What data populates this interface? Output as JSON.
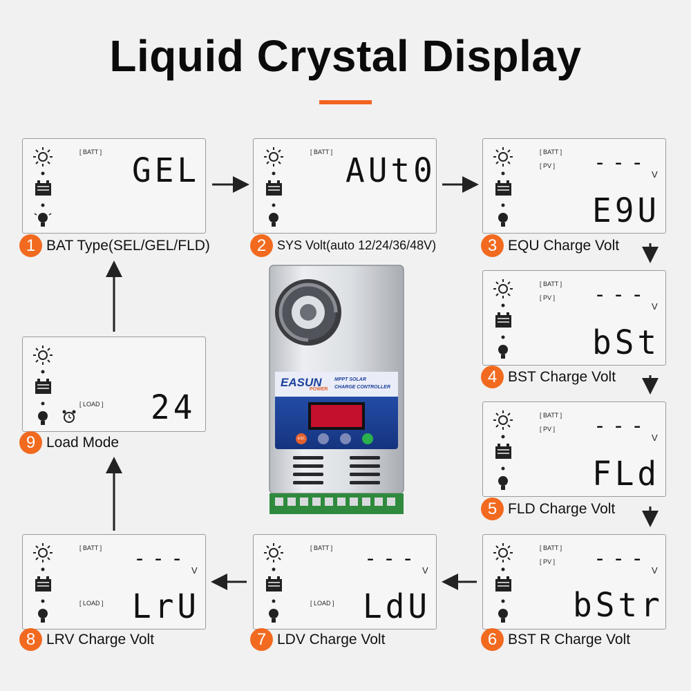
{
  "title": "Liquid Crystal Display",
  "colors": {
    "accent": "#f26a1f",
    "device_panel": "#1b3f9b",
    "screen": "#c4102d"
  },
  "labels": {
    "batt": "[ BATT ]",
    "pv": "[ PV ]",
    "load": "[ LOAD ]",
    "dashes": "---",
    "volt_unit": "V"
  },
  "icons": [
    "sun-icon",
    "battery-icon",
    "bulb-icon",
    "alarm-clock-icon",
    "fan-icon"
  ],
  "screens": [
    {
      "id": 1,
      "reading": "GEL",
      "caption": "BAT Type(SEL/GEL/FLD)"
    },
    {
      "id": 2,
      "reading": "AUt0",
      "caption": "SYS Volt(auto 12/24/36/48V)"
    },
    {
      "id": 3,
      "reading": "E9U",
      "caption": "EQU Charge Volt"
    },
    {
      "id": 4,
      "reading": "bSt",
      "caption": "BST Charge Volt"
    },
    {
      "id": 5,
      "reading": "FLd",
      "caption": "FLD Charge Volt"
    },
    {
      "id": 6,
      "reading": "bStr",
      "caption": "BST R Charge Volt"
    },
    {
      "id": 7,
      "reading": "LdU",
      "caption": "LDV Charge Volt"
    },
    {
      "id": 8,
      "reading": "LrU",
      "caption": "LRV Charge Volt"
    },
    {
      "id": 9,
      "reading": "24",
      "caption": "Load Mode"
    }
  ],
  "device": {
    "brand_top": "EASUN",
    "brand_bottom": "POWER",
    "product_line1": "MPPT SOLAR",
    "product_line2": "CHARGE CONTROLLER",
    "buttons": [
      "ESC",
      "",
      "",
      ""
    ]
  }
}
